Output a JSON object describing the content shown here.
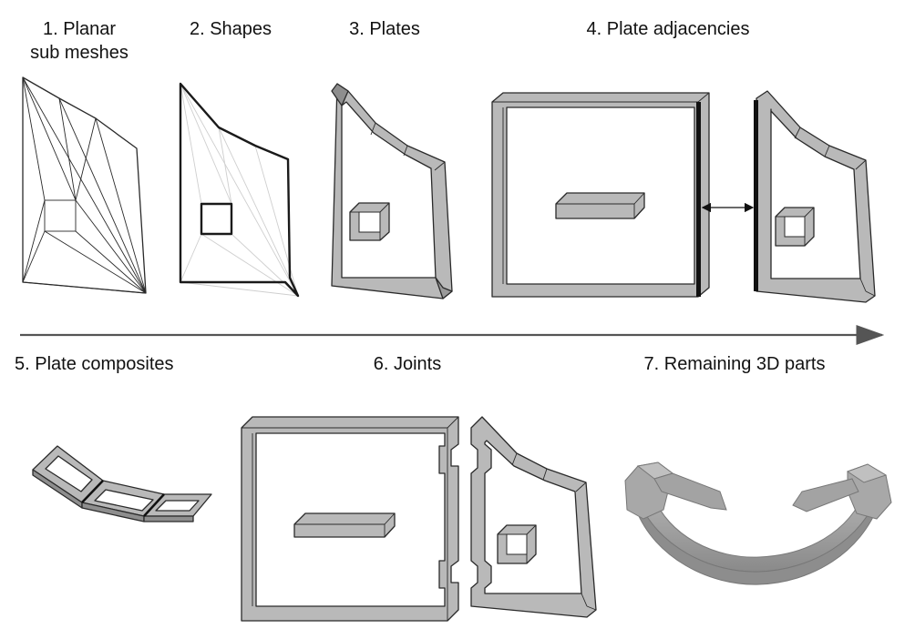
{
  "steps": [
    {
      "line1": "1. Planar",
      "line2": "sub meshes"
    },
    {
      "line1": "2. Shapes"
    },
    {
      "line1": "3. Plates"
    },
    {
      "line1": "4. Plate adjacencies"
    },
    {
      "line1": "5. Plate composites"
    },
    {
      "line1": "6. Joints"
    },
    {
      "line1": "7. Remaining 3D parts"
    }
  ],
  "colors": {
    "plate_fill": "#b9b9b9",
    "plate_dark": "#8e8e8e",
    "edge": "#2a2a2a",
    "arrow": "#555555",
    "part_fill": "#9a9a9a"
  }
}
